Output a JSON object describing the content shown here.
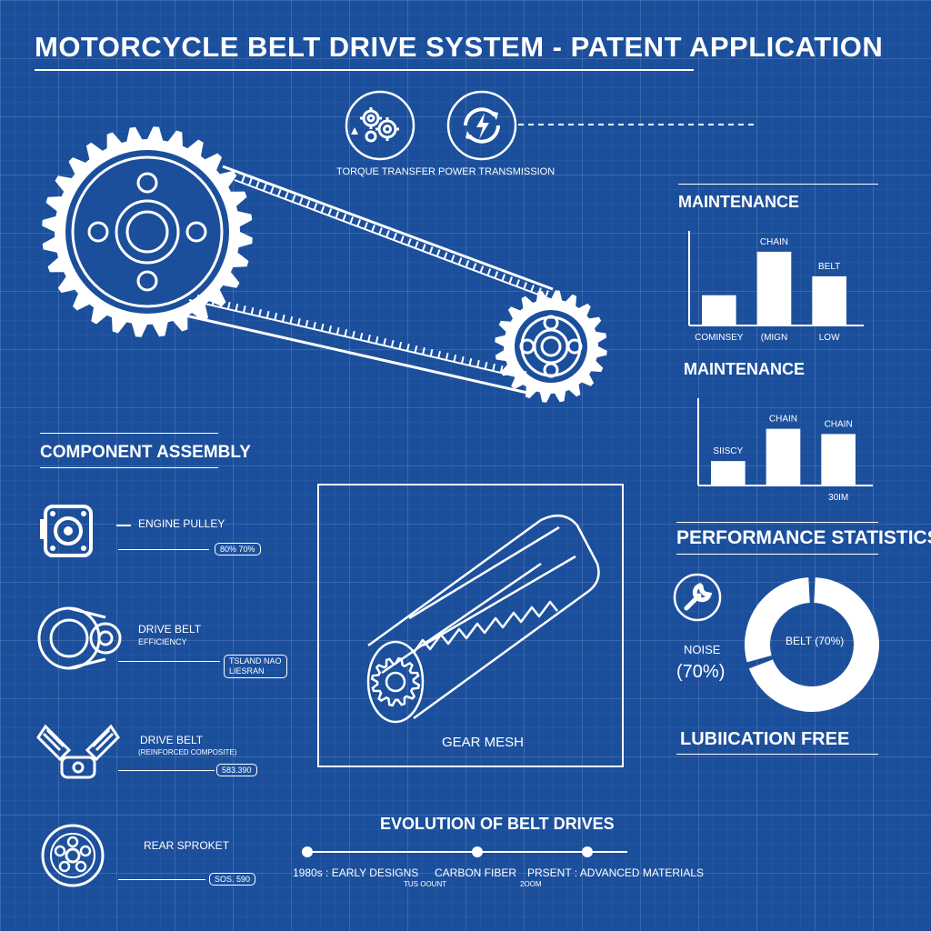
{
  "header": {
    "title": "MOTORCYCLE BELT DRIVE SYSTEM - PATENT APPLICATION"
  },
  "top_icons": [
    {
      "icon": "gears-icon",
      "label": "TORQUE TRANSFER"
    },
    {
      "icon": "power-cycle-icon",
      "label": "POWER TRANSMISSION"
    }
  ],
  "component_assembly": {
    "title": "COMPONENT ASSEMBLY",
    "items": [
      {
        "icon": "engine-pulley-icon",
        "label": "ENGINE PULLEY",
        "sub": "",
        "tag": "80% 70%"
      },
      {
        "icon": "drive-belt-icon",
        "label": "DRIVE BELT",
        "sub": "EFFICIENCY",
        "tag": "TSLAND NAO\nLIESRAN"
      },
      {
        "icon": "v-twin-engine-icon",
        "label": "DRIVE BELT",
        "sub": "(REINFORCED COMPOSITE)",
        "tag": "583.390"
      },
      {
        "icon": "rear-sprocket-icon",
        "label": "REAR SPROKET",
        "sub": "",
        "tag": "SOS. 590"
      }
    ]
  },
  "center_panel": {
    "label": "GEAR MESH"
  },
  "timeline": {
    "title": "EVOLUTION OF BELT DRIVES",
    "events": [
      {
        "label": "1980s : EARLY DESIGNS",
        "sub": ""
      },
      {
        "label": "CARBON FIBER",
        "sub": "TUS OOUNT"
      },
      {
        "label": "PRSENT : ADVANCED MATERIALS",
        "sub": "2OOM"
      }
    ]
  },
  "maintenance_chart_1": {
    "title": "MAINTENANCE",
    "chart_data": {
      "type": "bar",
      "categories": [
        "COMINSEY",
        "(MIGN",
        "LOW"
      ],
      "bar_labels": [
        "",
        "CHAIN",
        "BELT"
      ],
      "values": [
        32,
        78,
        52
      ],
      "ylim": [
        0,
        100
      ]
    }
  },
  "maintenance_chart_2": {
    "title": "MAINTENANCE",
    "chart_data": {
      "type": "bar",
      "categories": [
        "",
        "",
        "30IM"
      ],
      "bar_labels": [
        "SIISCY",
        "CHAIN",
        "CHAIN"
      ],
      "values": [
        28,
        65,
        59
      ],
      "ylim": [
        0,
        100
      ]
    }
  },
  "performance": {
    "title": "PERFORMANCE STATISTICS",
    "noise_label": "NOISE",
    "noise_value": "(70%)",
    "donut_label": "BELT (70%)",
    "donut_fraction": 0.7,
    "footer": "LUBIICATION FREE"
  },
  "colors": {
    "background": "#1b4f9c",
    "line": "#ffffff"
  }
}
